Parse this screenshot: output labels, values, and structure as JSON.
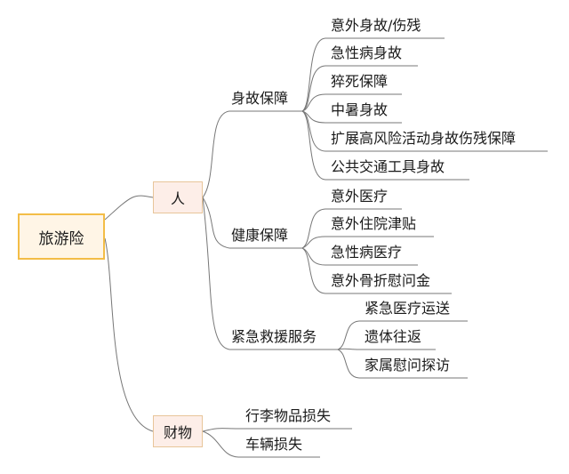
{
  "root": "旅游险",
  "person": {
    "label": "人",
    "groups": [
      {
        "label": "身故保障",
        "items": [
          "意外身故/伤残",
          "急性病身故",
          "猝死保障",
          "中暑身故",
          "扩展高风险活动身故伤残保障",
          "公共交通工具身故"
        ]
      },
      {
        "label": "健康保障",
        "items": [
          "意外医疗",
          "意外住院津贴",
          "急性病医疗",
          "意外骨折慰问金"
        ]
      },
      {
        "label": "紧急救援服务",
        "items": [
          "紧急医疗运送",
          "遗体往返",
          "家属慰问探访"
        ]
      }
    ]
  },
  "property": {
    "label": "财物",
    "items": [
      "行李物品损失",
      "车辆损失"
    ]
  }
}
